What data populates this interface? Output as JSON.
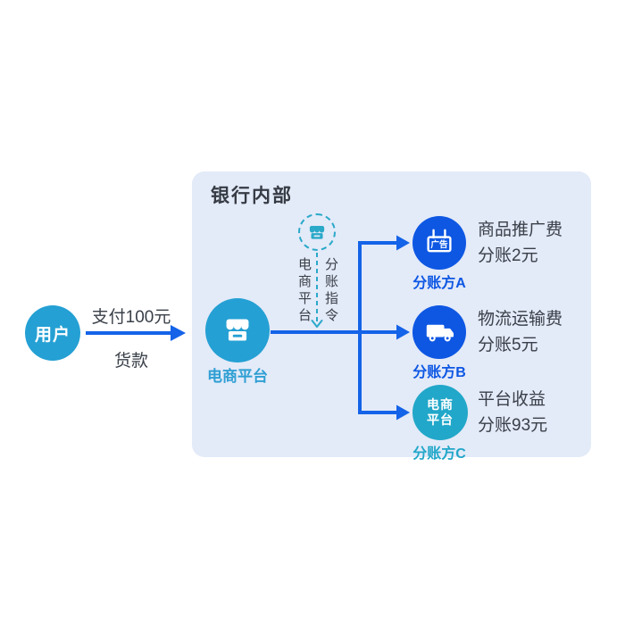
{
  "user": {
    "label": "用户"
  },
  "payment": {
    "line1": "支付100元",
    "line2": "货款"
  },
  "bank": {
    "title": "银行内部"
  },
  "platform": {
    "label": "电商平台"
  },
  "instruction": {
    "left_text": "电商平台",
    "right_text": "分账指令"
  },
  "branches": [
    {
      "id": "A",
      "icon": "ad-sign-icon",
      "icon_text": "广告",
      "party": "分账方A",
      "desc_line1": "商品推广费",
      "desc_line2": "分账2元"
    },
    {
      "id": "B",
      "icon": "truck-icon",
      "party": "分账方B",
      "desc_line1": "物流运输费",
      "desc_line2": "分账5元"
    },
    {
      "id": "C",
      "icon": "text-circle",
      "icon_text_line1": "电商",
      "icon_text_line2": "平台",
      "party": "分账方C",
      "desc_line1": "平台收益",
      "desc_line2": "分账93元"
    }
  ],
  "colors": {
    "arrow_blue": "#1463e8",
    "cyan_circle": "#24a0d4",
    "royal_blue_circle": "#0d57e3",
    "teal_circle": "#21a7c9",
    "dashed_teal": "#2aa9c9",
    "box_background": "#e3eaf8",
    "text_dark": "#3a4049",
    "platform_label_blue": "#2e9fd3"
  }
}
